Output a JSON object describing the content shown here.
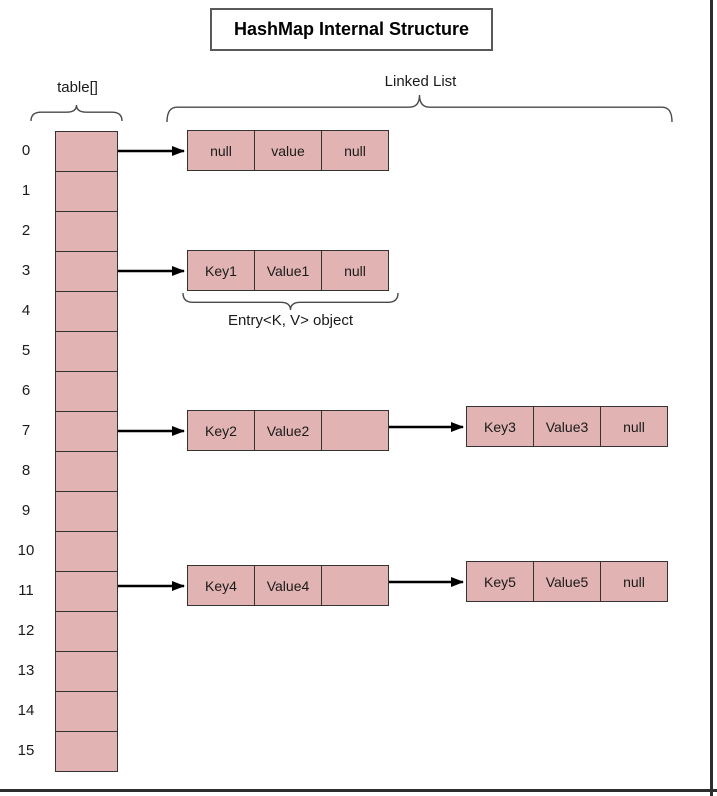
{
  "title": "HashMap Internal Structure",
  "labels": {
    "array": "table[]",
    "linked_list": "Linked List",
    "entry": "Entry<K, V> object"
  },
  "hash_table": {
    "indices": [
      "0",
      "1",
      "2",
      "3",
      "4",
      "5",
      "6",
      "7",
      "8",
      "9",
      "10",
      "11",
      "12",
      "13",
      "14",
      "15"
    ]
  },
  "buckets": [
    {
      "index": 0,
      "nodes": [
        {
          "cells": [
            "null",
            "value",
            "null"
          ]
        }
      ]
    },
    {
      "index": 3,
      "nodes": [
        {
          "cells": [
            "Key1",
            "Value1",
            "null"
          ]
        }
      ]
    },
    {
      "index": 7,
      "nodes": [
        {
          "cells": [
            "Key2",
            "Value2",
            ""
          ]
        },
        {
          "cells": [
            "Key3",
            "Value3",
            "null"
          ]
        }
      ]
    },
    {
      "index": 11,
      "nodes": [
        {
          "cells": [
            "Key4",
            "Value4",
            ""
          ]
        },
        {
          "cells": [
            "Key5",
            "Value5",
            "null"
          ]
        }
      ]
    }
  ],
  "colors": {
    "cell_fill": "#e2b3b3",
    "cell_border": "#333333",
    "arrow": "#000000",
    "brace": "#4a4a4a",
    "title_border": "#595959",
    "text": "#1a1a1a",
    "page_edge": "#2e2e2e"
  }
}
